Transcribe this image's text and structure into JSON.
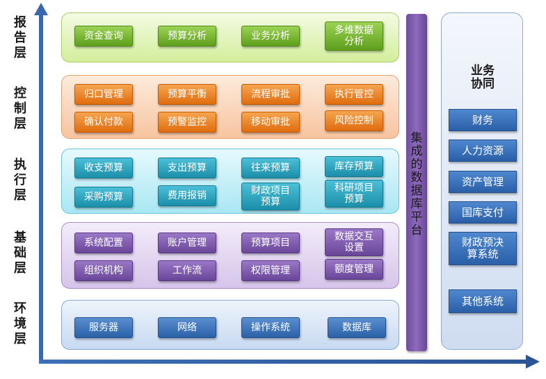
{
  "layers": [
    "报\n告\n层",
    "控\n制\n层",
    "执\n行\n层",
    "基\n础\n层",
    "环\n境\n层"
  ],
  "report": [
    "资金查询",
    "预算分析",
    "业务分析",
    "多维数据\n分析"
  ],
  "control": [
    "归口管理",
    "预算平衡",
    "流程审批",
    "执行管控",
    "确认付款",
    "预警监控",
    "移动审批",
    "风险控制"
  ],
  "exec": [
    "收支预算",
    "支出预算",
    "往来预算",
    "库存预算",
    "采购预算",
    "费用报销",
    "财政项目\n预算",
    "科研项目\n预算"
  ],
  "base": [
    "系统配置",
    "账户管理",
    "预算项目",
    "数据交互\n设置",
    "组织机构",
    "工作流",
    "权限管理",
    "额度管理"
  ],
  "env": [
    "服务器",
    "网络",
    "操作系统",
    "数据库"
  ],
  "platform": "集\n成\n的\n数\n据\n库\n平\n台",
  "collab": {
    "title": "业务\n协同",
    "items": [
      "财务",
      "人力资源",
      "资产管理",
      "国库支付",
      "财政预决\n算系统",
      "其他系统"
    ]
  }
}
